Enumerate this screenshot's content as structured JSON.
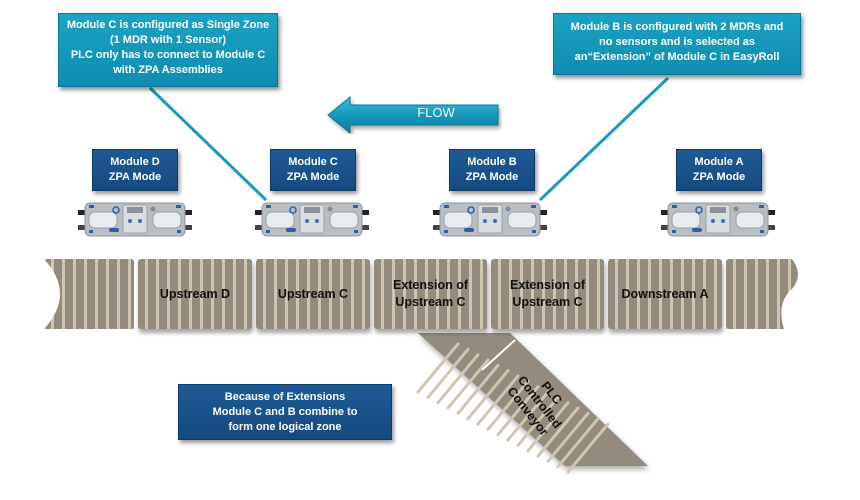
{
  "callouts": {
    "module_c": {
      "lines": [
        "Module C is configured as Single Zone",
        "(1 MDR with 1 Sensor)",
        "PLC  only has to connect to Module C",
        "with ZPA Assemblies"
      ]
    },
    "module_b": {
      "lines": [
        "Module  B  is configured  with 2 MDRs and",
        "no sensors and  is selected as",
        "an“Extension”  of Module C  in EasyRoll"
      ]
    }
  },
  "flow": {
    "label": "FLOW",
    "direction": "left"
  },
  "modules": [
    {
      "name": "Module D",
      "mode": "ZPA Mode"
    },
    {
      "name": "Module C",
      "mode": "ZPA Mode"
    },
    {
      "name": "Module B",
      "mode": "ZPA Mode"
    },
    {
      "name": "Module A",
      "mode": "ZPA Mode"
    }
  ],
  "zones": [
    {
      "label": ""
    },
    {
      "label": "Upstream D"
    },
    {
      "label": "Upstream C"
    },
    {
      "label": "Extension of\nUpstream C"
    },
    {
      "label": "Extension of\nUpstream C"
    },
    {
      "label": "Downstream A"
    },
    {
      "label": ""
    }
  ],
  "branch": {
    "label": "PLC\nControlled\nConveyor"
  },
  "note": {
    "lines": [
      "Because of Extensions",
      "Module C and B  combine to",
      "form  one logical zone"
    ]
  },
  "colors": {
    "callout": "#1397ba",
    "module_label": "#1a528b",
    "conveyor": "#948b7e",
    "roller": "#cfc6b2",
    "cable": "#22a84a"
  }
}
